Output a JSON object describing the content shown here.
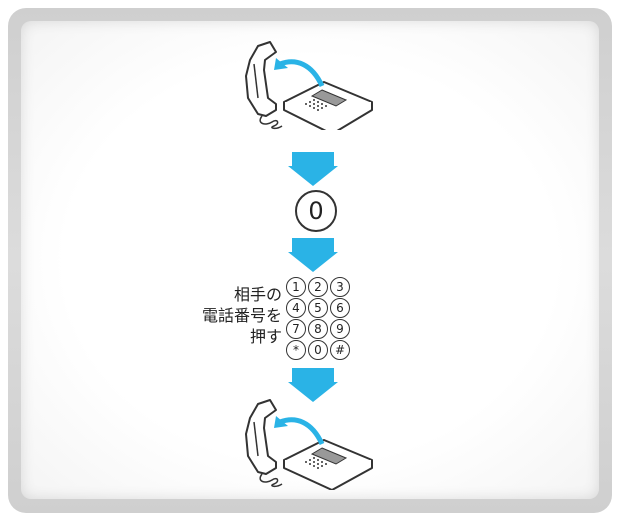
{
  "zero_key": "0",
  "caption": {
    "line1": "相手の",
    "line2": "電話番号を",
    "line3": "押す"
  },
  "keypad": {
    "keys": [
      "1",
      "2",
      "3",
      "4",
      "5",
      "6",
      "7",
      "8",
      "9",
      "*",
      "0",
      "#"
    ]
  },
  "colors": {
    "arrow": "#2ab3e6",
    "line": "#333333"
  },
  "icons": [
    "phone-handset-lift-icon",
    "down-arrow-icon",
    "zero-key-icon",
    "keypad-icon",
    "phone-handset-lift-icon"
  ]
}
